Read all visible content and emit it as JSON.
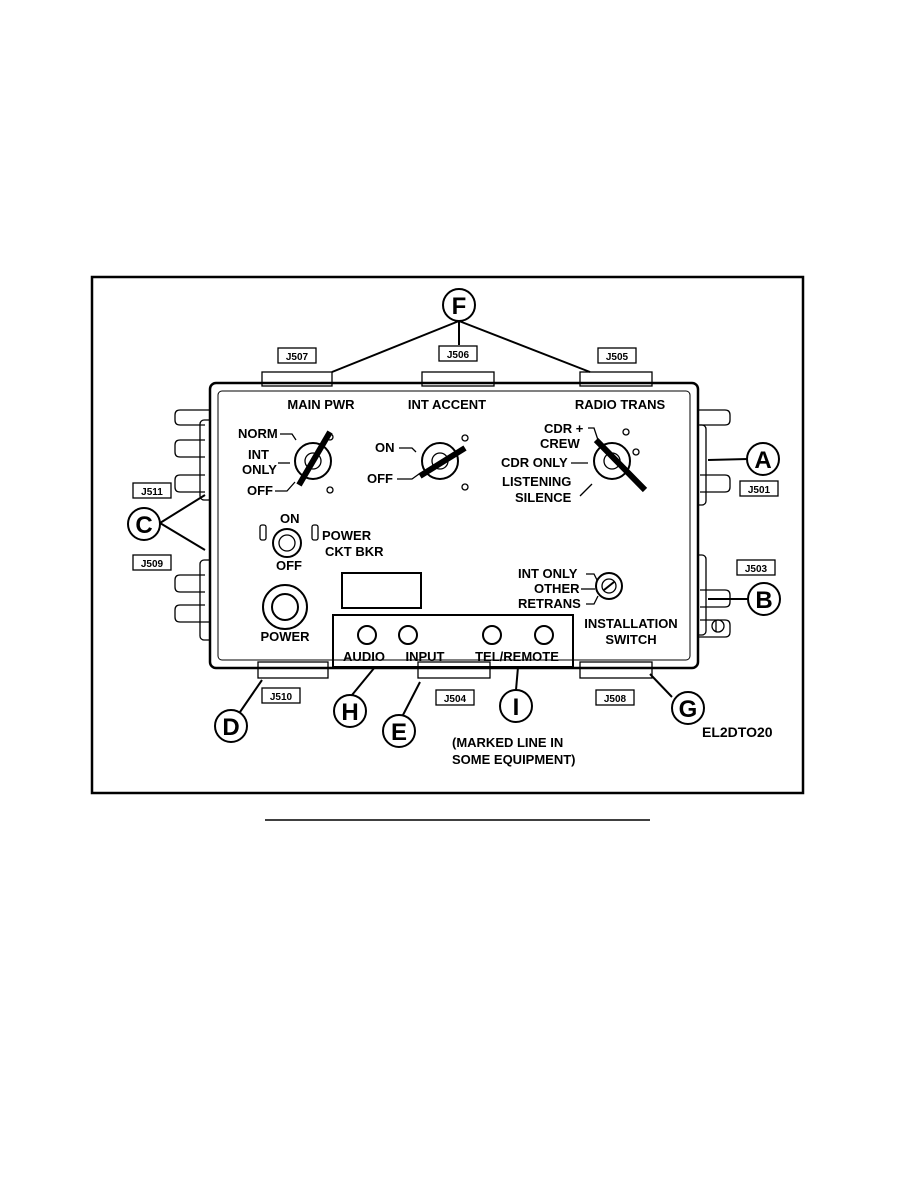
{
  "panel": {
    "switches": {
      "main_pwr": {
        "title": "MAIN PWR",
        "positions": [
          "NORM",
          "INT",
          "ONLY",
          "OFF"
        ]
      },
      "int_accent": {
        "title": "INT ACCENT",
        "positions": [
          "ON",
          "OFF"
        ]
      },
      "radio_trans": {
        "title": "RADIO TRANS",
        "positions": [
          "CDR +",
          "CREW",
          "CDR ONLY",
          "LISTENING",
          "SILENCE"
        ]
      }
    },
    "circuit_breaker": {
      "on": "ON",
      "off": "OFF",
      "label_1": "POWER",
      "label_2": "CKT BKR"
    },
    "power_label": "POWER",
    "installation_switch": {
      "positions": [
        "INT ONLY",
        "OTHER",
        "RETRANS"
      ],
      "label_1": "INSTALLATION",
      "label_2": "SWITCH"
    },
    "jacks": {
      "audio": "AUDIO",
      "input": "INPUT",
      "tel_remote": "TEL/REMOTE"
    }
  },
  "connectors": {
    "j507": "J507",
    "j506": "J506",
    "j505": "J505",
    "j511": "J511",
    "j509": "J509",
    "j501": "J501",
    "j503": "J503",
    "j510": "J510",
    "j504": "J504",
    "j508": "J508"
  },
  "callouts": {
    "a": "A",
    "b": "B",
    "c": "C",
    "d": "D",
    "e": "E",
    "f": "F",
    "g": "G",
    "h": "H",
    "i": "I"
  },
  "note": {
    "line_1": "(MARKED LINE IN",
    "line_2": "SOME EQUIPMENT)"
  },
  "figure_code": "EL2DTO20"
}
